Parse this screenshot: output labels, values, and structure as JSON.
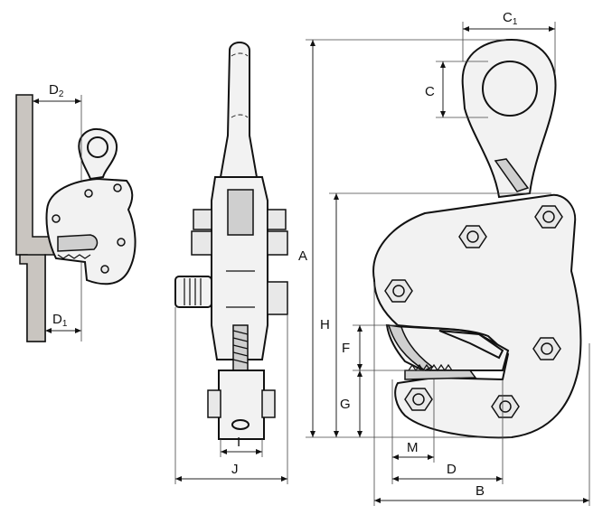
{
  "diagram": {
    "dimension_labels": {
      "D2": {
        "main": "D",
        "sub": "2"
      },
      "D1": {
        "main": "D",
        "sub": "1"
      },
      "C1": {
        "main": "C",
        "sub": "1"
      },
      "C": "C",
      "A": "A",
      "H": "H",
      "F": "F",
      "G": "G",
      "I": "I",
      "J": "J",
      "M": "M",
      "D": "D",
      "B": "B"
    },
    "colors": {
      "plate": "#c9c5c0",
      "body": "#f2f2f2",
      "line": "#111111"
    }
  }
}
